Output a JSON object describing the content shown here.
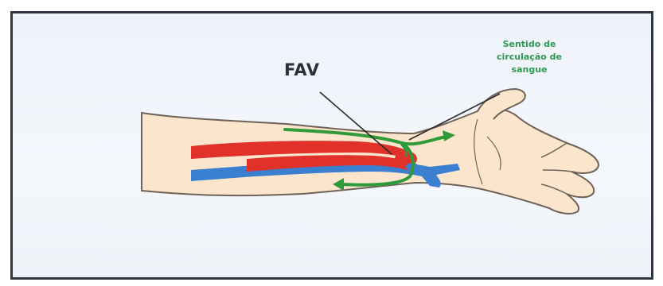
{
  "labels": {
    "fav": "FAV",
    "flow_line1": "Sentido de",
    "flow_line2": "circulação de",
    "flow_line3": "sangue"
  },
  "colors": {
    "skin": "#fbe6cd",
    "skin_outline": "#6e6258",
    "artery": "#e0312b",
    "vein": "#3a7fd0",
    "flow_arrow": "#2f9a3a",
    "leader_line": "#2b2b2b",
    "frame_border": "#2f3640",
    "background": "#f0f4fb"
  }
}
